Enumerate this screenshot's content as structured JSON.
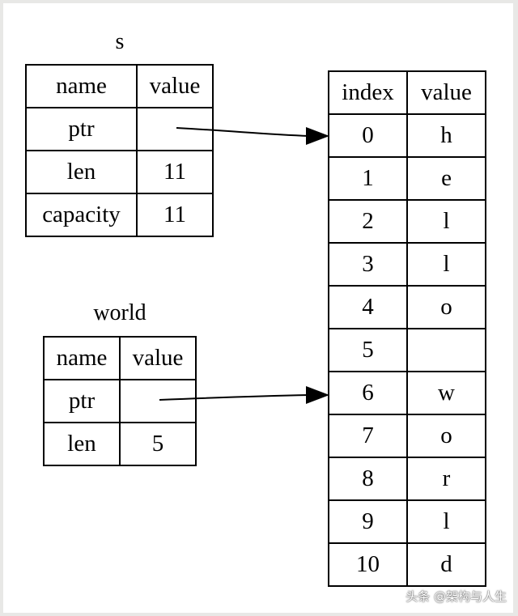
{
  "s_table": {
    "title": "s",
    "header": [
      "name",
      "value"
    ],
    "rows": [
      {
        "name": "ptr",
        "value": ""
      },
      {
        "name": "len",
        "value": "11"
      },
      {
        "name": "capacity",
        "value": "11"
      }
    ]
  },
  "world_table": {
    "title": "world",
    "header": [
      "name",
      "value"
    ],
    "rows": [
      {
        "name": "ptr",
        "value": ""
      },
      {
        "name": "len",
        "value": "5"
      }
    ]
  },
  "heap_table": {
    "header": [
      "index",
      "value"
    ],
    "rows": [
      {
        "index": "0",
        "value": "h"
      },
      {
        "index": "1",
        "value": "e"
      },
      {
        "index": "2",
        "value": "l"
      },
      {
        "index": "3",
        "value": "l"
      },
      {
        "index": "4",
        "value": "o"
      },
      {
        "index": "5",
        "value": ""
      },
      {
        "index": "6",
        "value": "w"
      },
      {
        "index": "7",
        "value": "o"
      },
      {
        "index": "8",
        "value": "r"
      },
      {
        "index": "9",
        "value": "l"
      },
      {
        "index": "10",
        "value": "d"
      }
    ]
  },
  "pointers": [
    {
      "from": "s.ptr",
      "to_index": "0"
    },
    {
      "from": "world.ptr",
      "to_index": "6"
    }
  ],
  "watermark": "头条 @架构与人生"
}
